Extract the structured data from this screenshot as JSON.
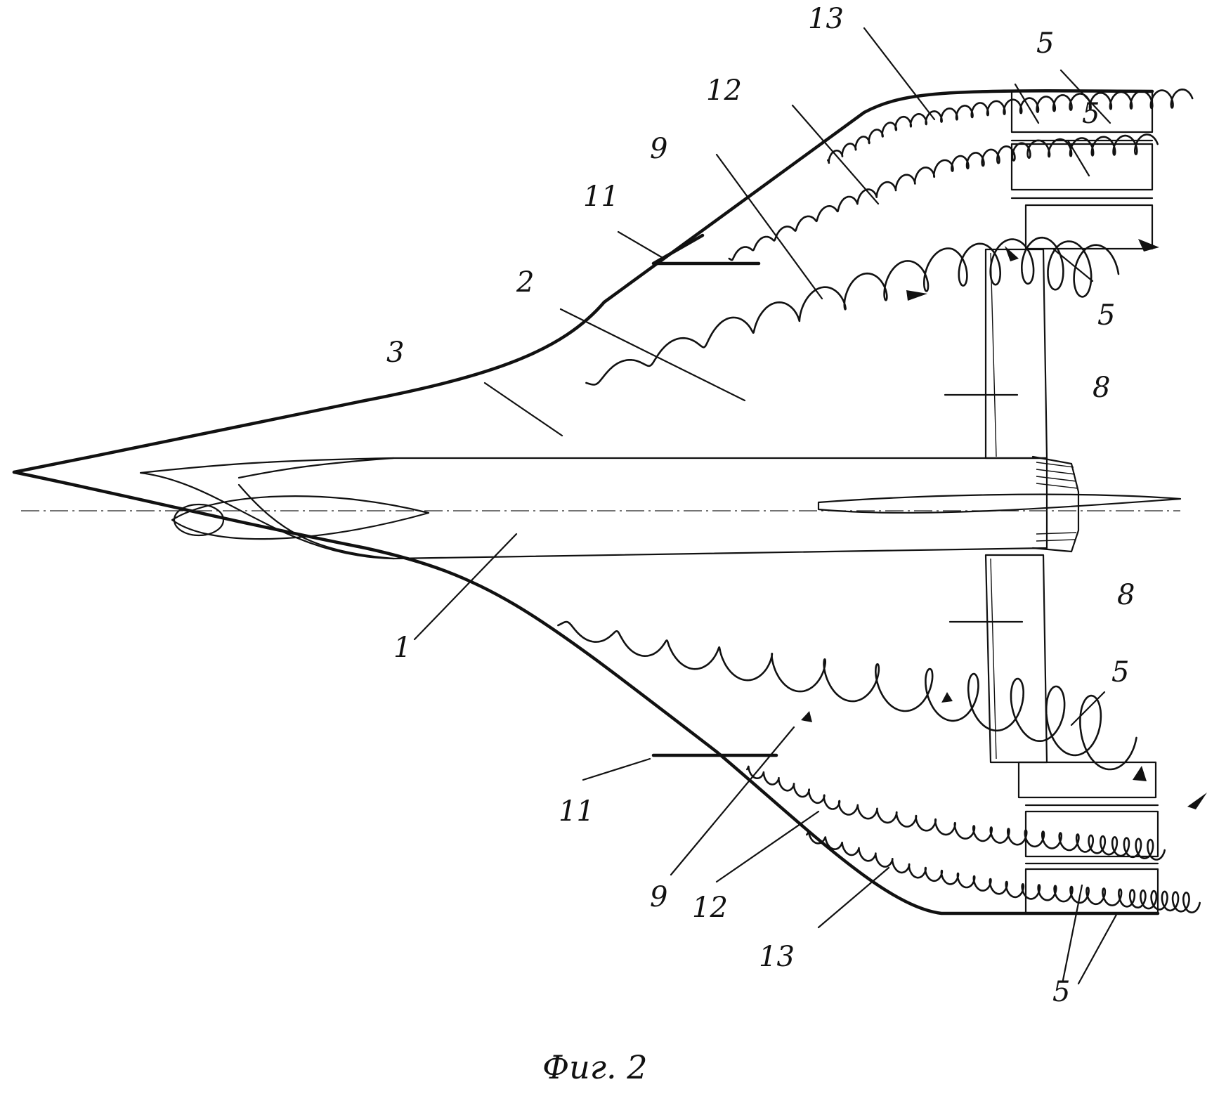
{
  "figure": {
    "caption": "Фиг. 2"
  },
  "labels": {
    "l1": "1",
    "l2": "2",
    "l3": "3",
    "l5a": "5",
    "l5b": "5",
    "l5c": "5",
    "l5d": "5",
    "l5e": "5",
    "l8top": "8",
    "l8bot": "8",
    "l9top": "9",
    "l9bot": "9",
    "l11top": "11",
    "l11bot": "11",
    "l12top": "12",
    "l12bot": "12",
    "l13top": "13",
    "l13bot": "13"
  }
}
